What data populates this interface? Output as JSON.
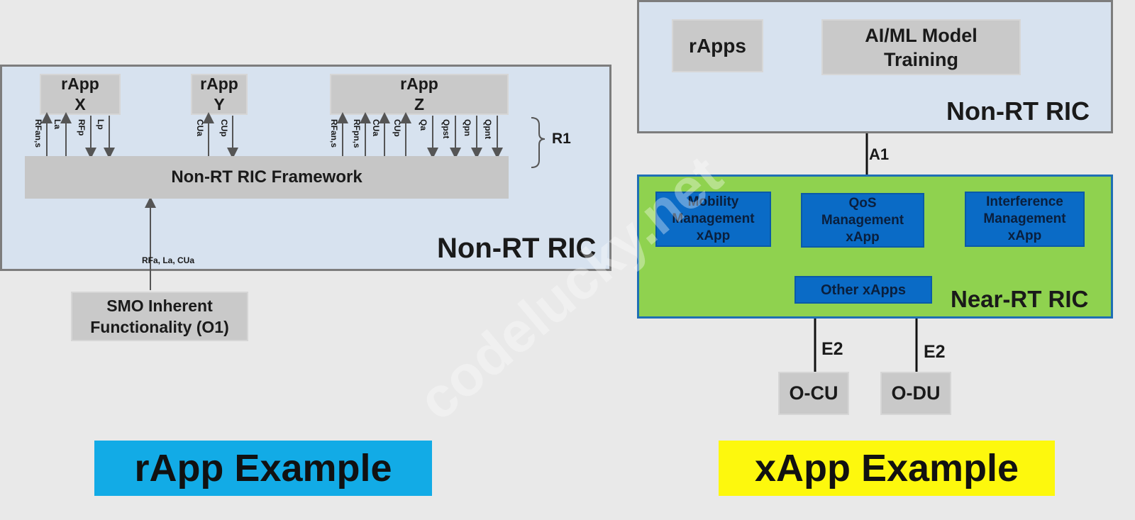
{
  "left": {
    "rapp_x": {
      "line1": "rApp",
      "line2": "X"
    },
    "rapp_y": {
      "line1": "rApp",
      "line2": "Y"
    },
    "rapp_z": {
      "line1": "rApp",
      "line2": "Z"
    },
    "x_signals": [
      "RFan,s",
      "La",
      "RFp",
      "Lp"
    ],
    "y_signals": [
      "CUa",
      "CUp"
    ],
    "z_signals": [
      "RFan,s",
      "RFpn,s",
      "CUa",
      "CUp",
      "Qa",
      "Qpst",
      "Qpn",
      "Qpnt"
    ],
    "r1": "R1",
    "framework": "Non-RT RIC Framework",
    "ric_label": "Non-RT RIC",
    "smo_signals": "RFa, La, CUa",
    "smo": {
      "line1": "SMO Inherent",
      "line2": "Functionality (O1)"
    },
    "example": "rApp Example"
  },
  "right": {
    "rapps": "rApps",
    "aiml": {
      "line1": "AI/ML Model",
      "line2": "Training"
    },
    "nonrt_label": "Non-RT RIC",
    "a1": "A1",
    "xapps": {
      "mobility": {
        "line1": "Mobility",
        "line2": "Management",
        "line3": "xApp"
      },
      "qos": {
        "line1": "QoS",
        "line2": "Management",
        "line3": "xApp"
      },
      "interference": {
        "line1": "Interference",
        "line2": "Management",
        "line3": "xApp"
      },
      "other": "Other xApps"
    },
    "near_label": "Near-RT RIC",
    "e2_a": "E2",
    "e2_b": "E2",
    "ocu": "O-CU",
    "odu": "O-DU",
    "example": "xApp Example"
  },
  "watermark": "codelucky.net",
  "colors": {
    "panel": "#d7e2ef",
    "box_grey": "#c9c9c9",
    "near_rt_green": "#8fd24f",
    "xapp_blue": "#0a6bc6",
    "rapp_example_bg": "#12abe6",
    "xapp_example_bg": "#fdf80d"
  }
}
